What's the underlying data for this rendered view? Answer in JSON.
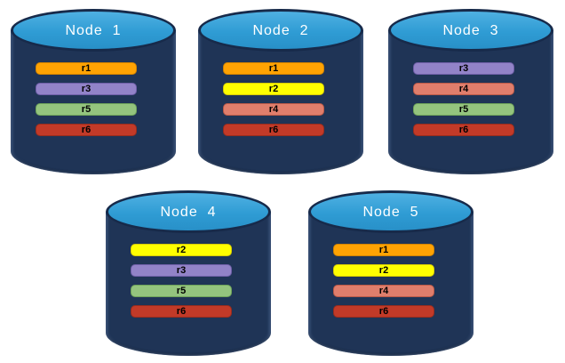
{
  "diagram": {
    "background": "#FFFFFF",
    "description": "Five database nodes with replicated partitions"
  },
  "palette": {
    "cylinder_body": "#1F3456",
    "cylinder_edge": "#172A4A",
    "cylinder_top_fill": "#2F9CD4",
    "title_color": "#FFFFFF",
    "bar_text_color": "#000000"
  },
  "replica_colors": {
    "r1": {
      "fill": "#FFA303",
      "border": "#D28300"
    },
    "r2": {
      "fill": "#FFFF00",
      "border": "#D8CC00"
    },
    "r3": {
      "fill": "#9283C8",
      "border": "#6F5FA8"
    },
    "r4": {
      "fill": "#E07E6C",
      "border": "#BC5A48"
    },
    "r5": {
      "fill": "#94C47E",
      "border": "#6FA45A"
    },
    "r6": {
      "fill": "#C23A28",
      "border": "#992C1E"
    }
  },
  "nodes": [
    {
      "title": "Node  1",
      "replicas": [
        "r1",
        "r3",
        "r5",
        "r6"
      ]
    },
    {
      "title": "Node  2",
      "replicas": [
        "r1",
        "r2",
        "r4",
        "r6"
      ]
    },
    {
      "title": "Node  3",
      "replicas": [
        "r3",
        "r4",
        "r5",
        "r6"
      ]
    },
    {
      "title": "Node  4",
      "replicas": [
        "r2",
        "r3",
        "r5",
        "r6"
      ]
    },
    {
      "title": "Node  5",
      "replicas": [
        "r1",
        "r2",
        "r4",
        "r6"
      ]
    }
  ]
}
